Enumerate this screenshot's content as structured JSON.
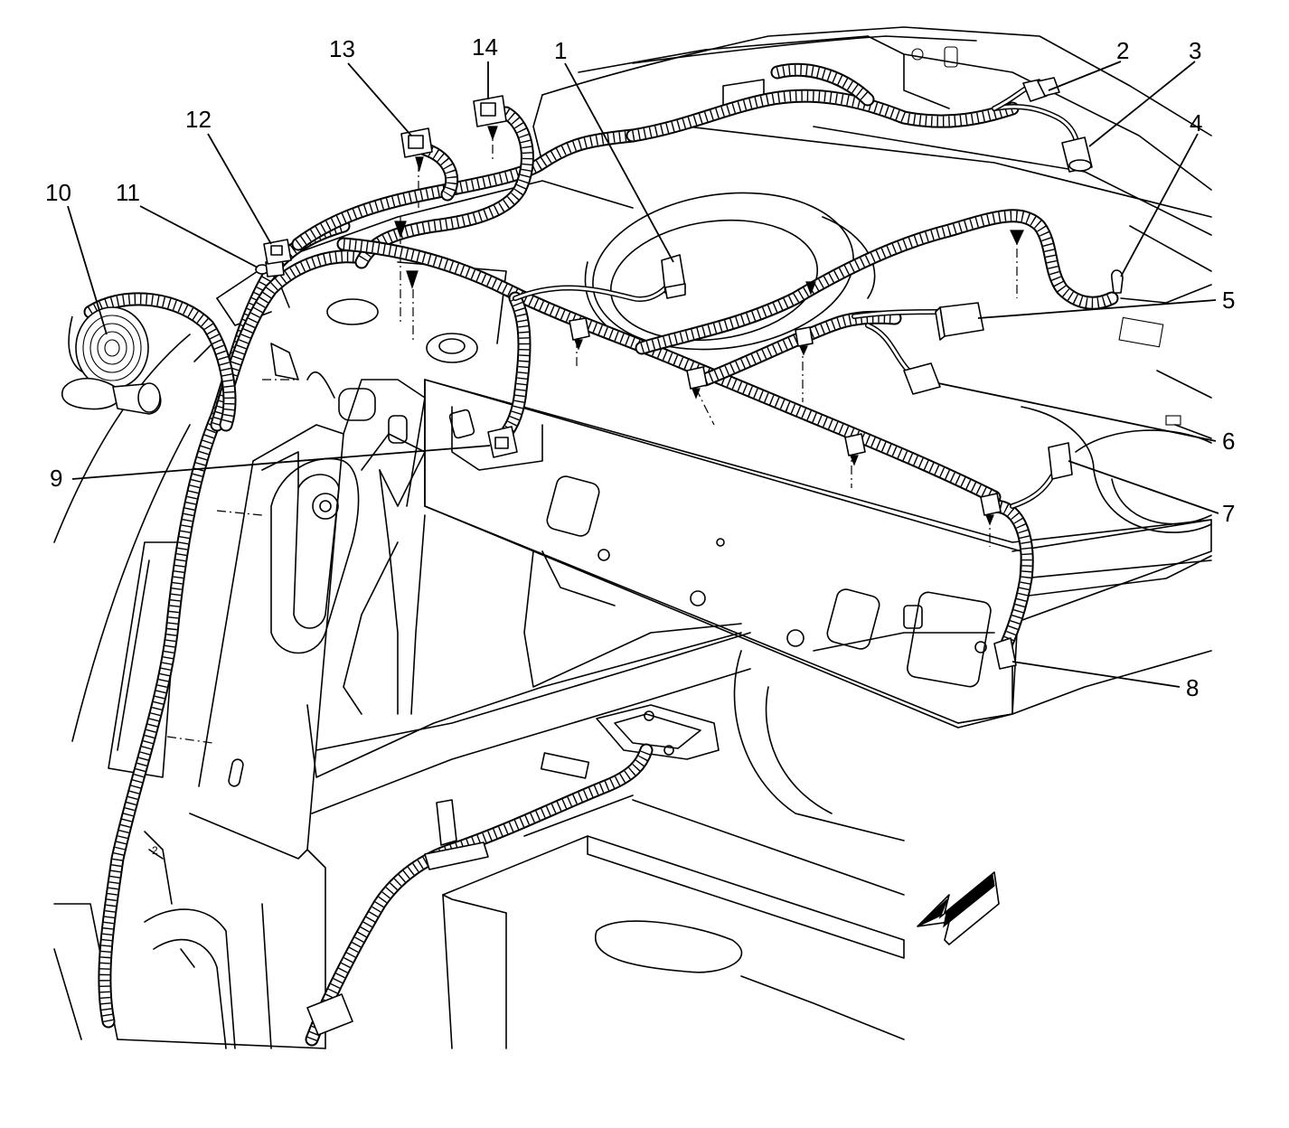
{
  "callouts": {
    "c1": "1",
    "c2": "2",
    "c3": "3",
    "c4": "4",
    "c5": "5",
    "c6": "6",
    "c7": "7",
    "c8": "8",
    "c9": "9",
    "c10": "10",
    "c11": "11",
    "c12": "12",
    "c13": "13",
    "c14": "14"
  },
  "icons": {
    "direction_arrow": "front-direction-arrow-icon"
  },
  "colors": {
    "line": "#000000",
    "background": "#ffffff"
  }
}
